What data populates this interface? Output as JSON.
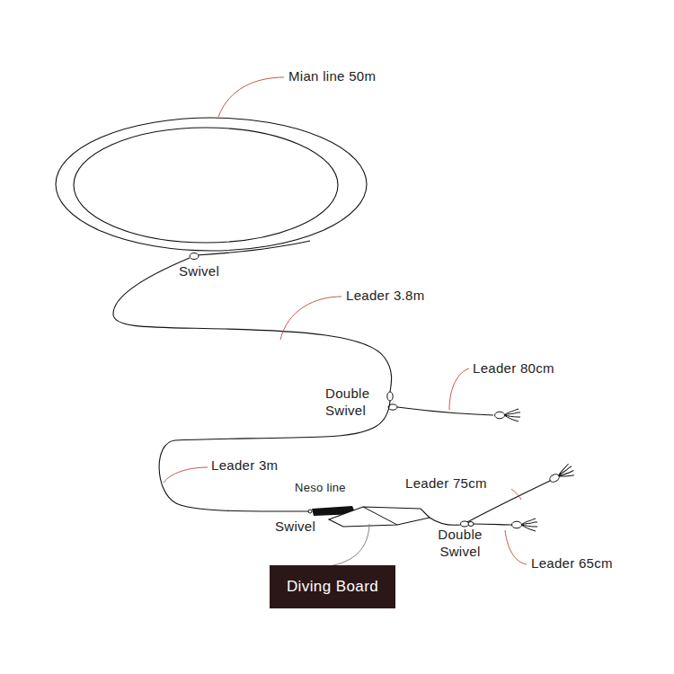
{
  "diagram": {
    "nodes": [
      {
        "text": [
          "Diving Board"
        ]
      }
    ],
    "labels": [
      "Mian line 50m",
      "Swivel",
      "Leader 3.8m",
      "Double Swivel",
      "Leader 80cm",
      "Leader 3m",
      "Neso line",
      "Swivel",
      "Leader 75cm",
      "Double Swivel",
      "Leader 65cm"
    ]
  }
}
